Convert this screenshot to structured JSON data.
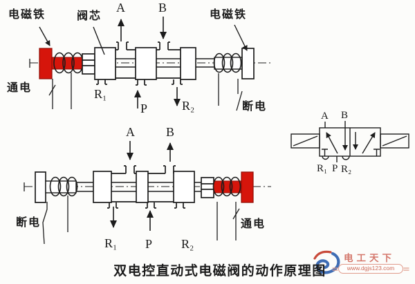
{
  "caption": "双电控直动式电磁阀的动作原理图",
  "top_diagram": {
    "electromagnet_left": "电磁铁",
    "spool": "阀芯",
    "electromagnet_right": "电磁铁",
    "port_a": "A",
    "port_b": "B",
    "port_r1": "R₁",
    "port_p": "P",
    "port_r2": "R₂",
    "state_left": "通电",
    "state_right": "断电"
  },
  "bottom_diagram": {
    "port_a": "A",
    "port_b": "B",
    "port_r1": "R₁",
    "port_p": "P",
    "port_r2": "R₂",
    "state_left": "断电",
    "state_right": "通电"
  },
  "valve_symbol": {
    "port_a": "A",
    "port_b": "B",
    "port_r1": "R₁",
    "port_p": "P",
    "port_r2": "R₂"
  },
  "watermark": {
    "brand": "电工天下",
    "url": "www.dgjs123.com"
  },
  "colors": {
    "energized_red": "#d6150b",
    "line": "#1c1c1c",
    "watermark_red": "#d4776b",
    "logo_blue": "#3f6db4"
  }
}
